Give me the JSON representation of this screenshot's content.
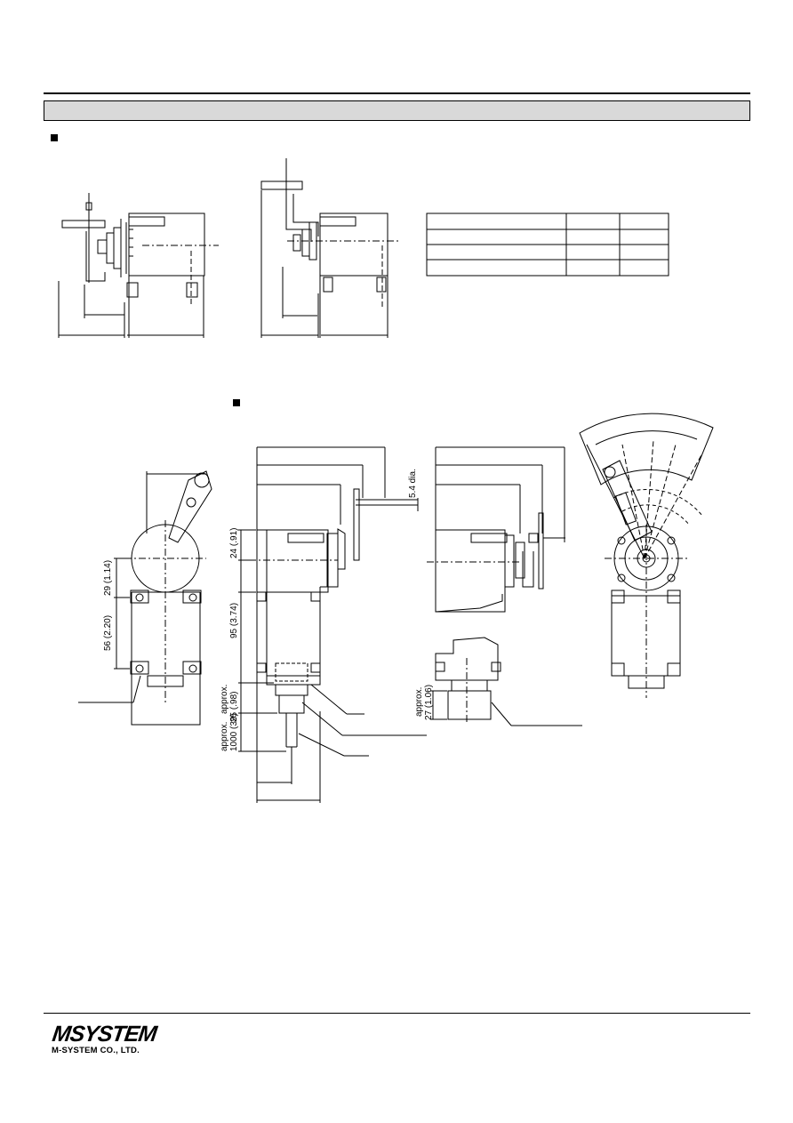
{
  "dims": {
    "d24": "24 (.91)",
    "d29": "29 (1.14)",
    "d56": "56 (2.20)",
    "d95": "95 (3.74)",
    "d25_1": "approx.",
    "d25_2": "25 (.98)",
    "d1000_1": "approx.",
    "d1000_2": "1000 (39)",
    "d27_1": "approx.",
    "d27_2": "27 (1.06)",
    "dia": "5.4 dia."
  },
  "footer": {
    "logo": "MSYSTEM",
    "company": "M-SYSTEM CO., LTD."
  }
}
